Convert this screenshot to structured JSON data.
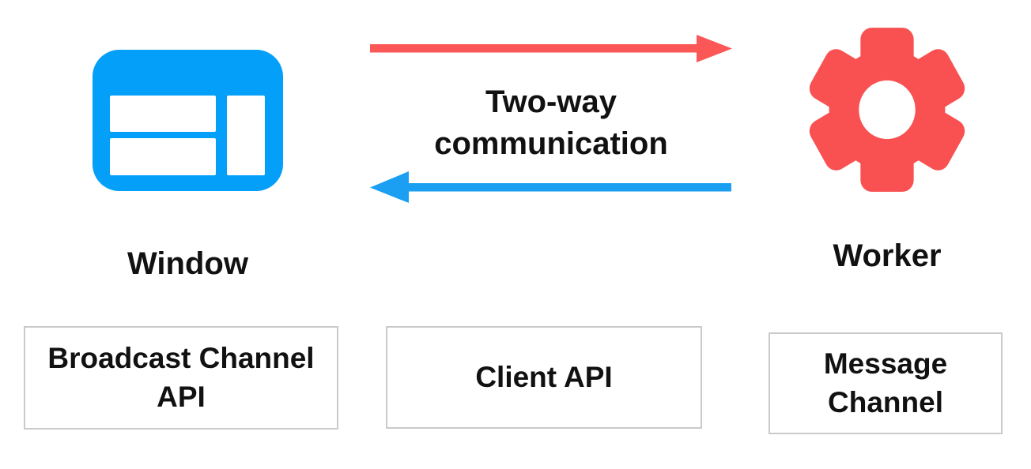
{
  "colors": {
    "window_blue": "#049ff9",
    "worker_red": "#f95151",
    "arrow_red": "#fb5757",
    "arrow_blue": "#1a9ff2",
    "box_border": "#cacaca",
    "text": "#111111"
  },
  "nodes": {
    "window": {
      "label": "Window",
      "icon": "browser-window-icon"
    },
    "worker": {
      "label": "Worker",
      "icon": "gear-icon"
    }
  },
  "communication": {
    "label": "Two-way communication",
    "arrows": [
      {
        "direction": "right"
      },
      {
        "direction": "left"
      }
    ]
  },
  "api_boxes": [
    {
      "label": "Broadcast Channel API"
    },
    {
      "label": "Client API"
    },
    {
      "label": "Message Channel"
    }
  ]
}
